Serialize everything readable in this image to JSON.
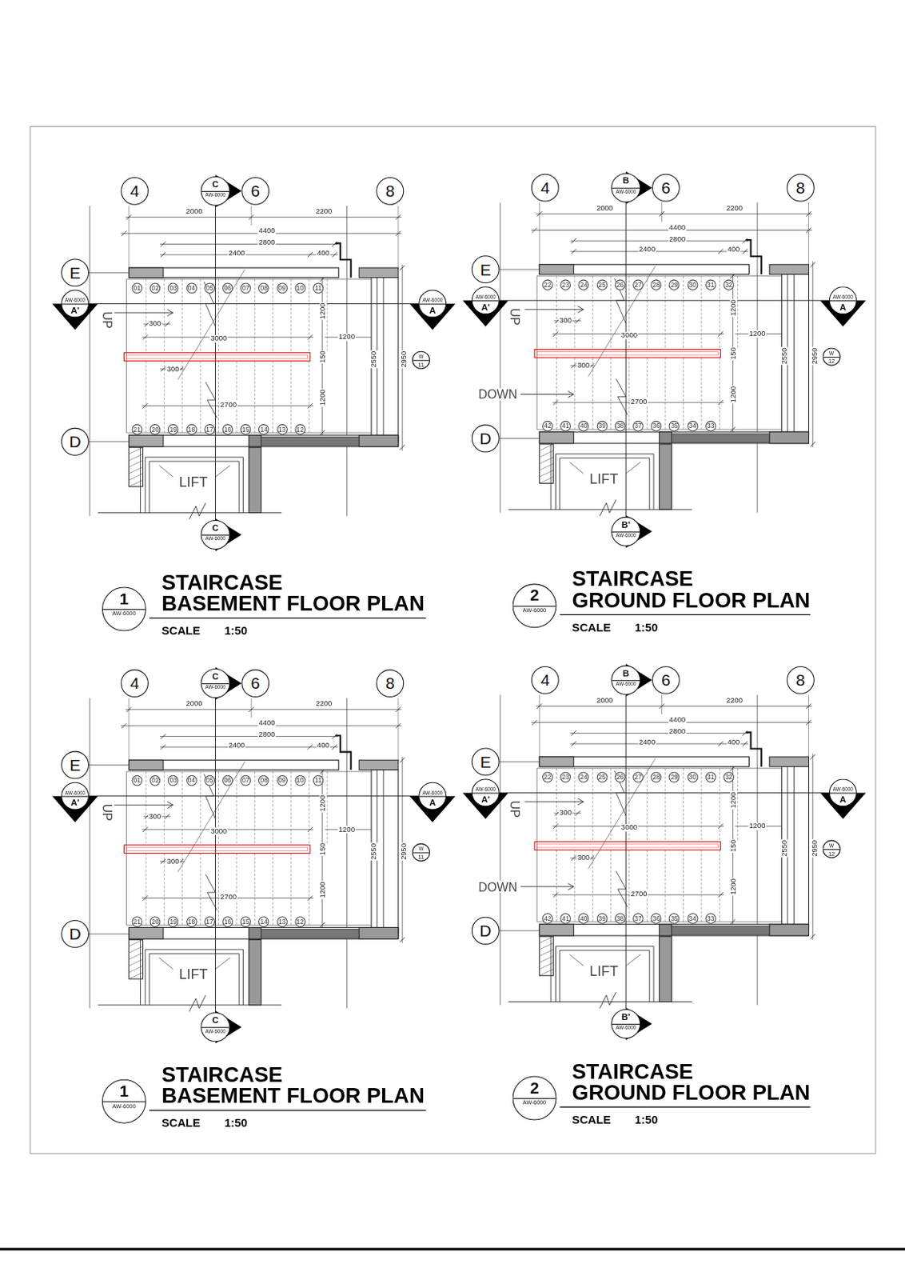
{
  "diagram": {
    "nodes": [
      {
        "text": [
          "4"
        ]
      },
      {
        "text": [
          "C",
          "AW-6000"
        ]
      },
      {
        "text": [
          "6"
        ]
      },
      {
        "text": [
          "8"
        ]
      },
      {
        "text": [
          "E"
        ]
      },
      {
        "text": [
          "AW-6000",
          "A'"
        ]
      },
      {
        "text": [
          "AW-6000",
          "A"
        ]
      },
      {
        "text": [
          "W",
          "11"
        ]
      },
      {
        "text": [
          "D"
        ]
      },
      {
        "text": [
          "C",
          "AW-6000"
        ]
      },
      {
        "text": [
          "1",
          "AW-6000"
        ]
      },
      {
        "text": [
          "4"
        ]
      },
      {
        "text": [
          "B",
          "AW-6000"
        ]
      },
      {
        "text": [
          "6"
        ]
      },
      {
        "text": [
          "8"
        ]
      },
      {
        "text": [
          "E"
        ]
      },
      {
        "text": [
          "AW-6000",
          "A'"
        ]
      },
      {
        "text": [
          "AW-6000",
          "A"
        ]
      },
      {
        "text": [
          "W",
          "12"
        ]
      },
      {
        "text": [
          "D"
        ]
      },
      {
        "text": [
          "B'",
          "AW-6000"
        ]
      },
      {
        "text": [
          "2",
          "AW-6000"
        ]
      },
      {
        "text": [
          "4"
        ]
      },
      {
        "text": [
          "C",
          "AW-6000"
        ]
      },
      {
        "text": [
          "6"
        ]
      },
      {
        "text": [
          "8"
        ]
      },
      {
        "text": [
          "E"
        ]
      },
      {
        "text": [
          "AW-6000",
          "A'"
        ]
      },
      {
        "text": [
          "AW-6000",
          "A"
        ]
      },
      {
        "text": [
          "W",
          "11"
        ]
      },
      {
        "text": [
          "D"
        ]
      },
      {
        "text": [
          "C",
          "AW-6000"
        ]
      },
      {
        "text": [
          "1",
          "AW-6000"
        ]
      },
      {
        "text": [
          "4"
        ]
      },
      {
        "text": [
          "B",
          "AW-6000"
        ]
      },
      {
        "text": [
          "6"
        ]
      },
      {
        "text": [
          "8"
        ]
      },
      {
        "text": [
          "E"
        ]
      },
      {
        "text": [
          "AW-6000",
          "A'"
        ]
      },
      {
        "text": [
          "AW-6000",
          "A"
        ]
      },
      {
        "text": [
          "W",
          "12"
        ]
      },
      {
        "text": [
          "D"
        ]
      },
      {
        "text": [
          "B'",
          "AW-6000"
        ]
      },
      {
        "text": [
          "2",
          "AW-6000"
        ]
      }
    ],
    "edges": [
      {
        "from": 1,
        "to": 9,
        "arrow": "none"
      },
      {
        "from": 5,
        "to": 6,
        "arrow": "none"
      },
      {
        "from": 12,
        "to": 20,
        "arrow": "none"
      },
      {
        "from": 16,
        "to": 17,
        "arrow": "none"
      },
      {
        "from": 23,
        "to": 31,
        "arrow": "none"
      },
      {
        "from": 27,
        "to": 28,
        "arrow": "none"
      },
      {
        "from": 34,
        "to": 42,
        "arrow": "none"
      },
      {
        "from": 38,
        "to": 39,
        "arrow": "none"
      }
    ],
    "labels": [
      "2000",
      "2200",
      "4400",
      "2800",
      "2400",
      "400",
      "300",
      "3000",
      "1200",
      "1200",
      "150",
      "300",
      "2700",
      "1200",
      "2550",
      "2950",
      "UP",
      "LIFT",
      "01",
      "02",
      "03",
      "04",
      "05",
      "06",
      "07",
      "08",
      "09",
      "10",
      "11",
      "21",
      "20",
      "19",
      "18",
      "17",
      "16",
      "15",
      "14",
      "13",
      "12",
      "STAIRCASE",
      "BASEMENT FLOOR PLAN",
      "SCALE",
      "1:50",
      "2000",
      "2200",
      "4400",
      "2800",
      "2400",
      "400",
      "300",
      "3000",
      "1200",
      "1200",
      "150",
      "300",
      "2700",
      "1200",
      "2550",
      "2950",
      "UP",
      "DOWN",
      "LIFT",
      "22",
      "23",
      "24",
      "25",
      "26",
      "27",
      "28",
      "29",
      "30",
      "31",
      "32",
      "42",
      "41",
      "40",
      "39",
      "38",
      "37",
      "36",
      "35",
      "34",
      "33",
      "STAIRCASE",
      "GROUND FLOOR PLAN",
      "SCALE",
      "1:50",
      "2000",
      "2200",
      "4400",
      "2800",
      "2400",
      "400",
      "300",
      "3000",
      "1200",
      "1200",
      "150",
      "300",
      "2700",
      "1200",
      "2550",
      "2950",
      "UP",
      "LIFT",
      "01",
      "02",
      "03",
      "04",
      "05",
      "06",
      "07",
      "08",
      "09",
      "10",
      "11",
      "21",
      "20",
      "19",
      "18",
      "17",
      "16",
      "15",
      "14",
      "13",
      "12",
      "STAIRCASE",
      "BASEMENT FLOOR PLAN",
      "SCALE",
      "1:50",
      "2000",
      "2200",
      "4400",
      "2800",
      "2400",
      "400",
      "300",
      "3000",
      "1200",
      "1200",
      "150",
      "300",
      "2700",
      "1200",
      "2550",
      "2950",
      "UP",
      "DOWN",
      "LIFT",
      "22",
      "23",
      "24",
      "25",
      "26",
      "27",
      "28",
      "29",
      "30",
      "31",
      "32",
      "42",
      "41",
      "40",
      "39",
      "38",
      "37",
      "36",
      "35",
      "34",
      "33",
      "STAIRCASE",
      "GROUND FLOOR PLAN",
      "SCALE",
      "1:50"
    ]
  }
}
